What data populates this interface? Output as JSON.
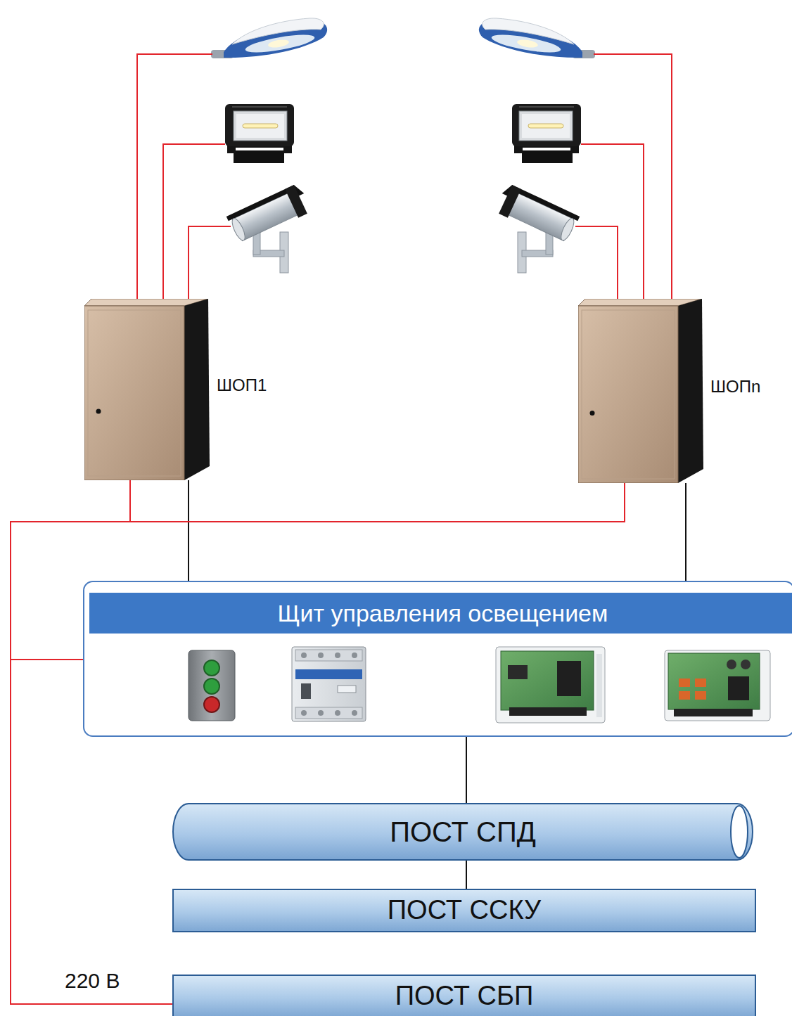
{
  "diagram": {
    "nodes": [
      {
        "text": [
          "ШОП1"
        ]
      },
      {
        "text": [
          "ШОПn"
        ]
      },
      {
        "text": [
          "Щит управления освещением"
        ]
      },
      {
        "text": [
          "ПОСТ СПД"
        ]
      },
      {
        "text": [
          "ПОСТ ССКУ"
        ]
      },
      {
        "text": [
          "ПОСТ СБП"
        ]
      }
    ],
    "edges": [
      {
        "from": 0,
        "to": 2,
        "arrow": "none"
      },
      {
        "from": 1,
        "to": 2,
        "arrow": "none"
      },
      {
        "from": 2,
        "to": 3,
        "arrow": "none"
      },
      {
        "from": 3,
        "to": 4,
        "arrow": "none"
      },
      {
        "from": 5,
        "to": 2,
        "arrow": "none"
      },
      {
        "from": 5,
        "to": 0,
        "arrow": "none"
      },
      {
        "from": 5,
        "to": 1,
        "arrow": "none"
      }
    ],
    "labels": [
      "220 В"
    ]
  }
}
